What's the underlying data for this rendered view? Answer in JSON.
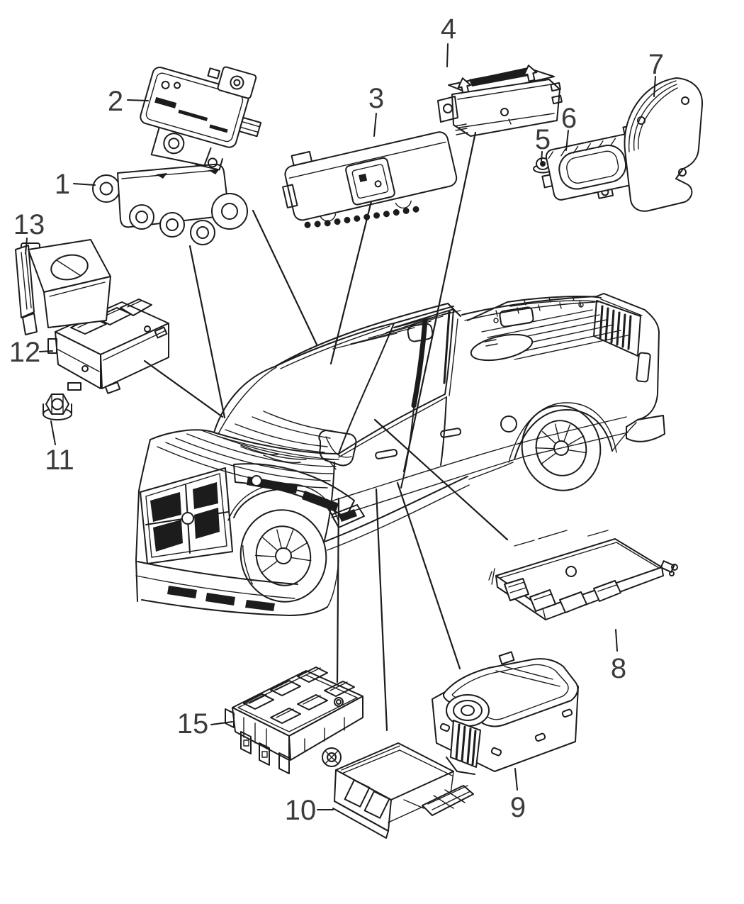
{
  "colors": {
    "ink": "#1c1c1c",
    "background": "#ffffff",
    "label": "#3b3b3b"
  },
  "callouts": [
    {
      "label": "1"
    },
    {
      "label": "2"
    },
    {
      "label": "3"
    },
    {
      "label": "4"
    },
    {
      "label": "5"
    },
    {
      "label": "6"
    },
    {
      "label": "7"
    },
    {
      "label": "8"
    },
    {
      "label": "9"
    },
    {
      "label": "10"
    },
    {
      "label": "11"
    },
    {
      "label": "12"
    },
    {
      "label": "13"
    },
    {
      "label": "15"
    }
  ]
}
